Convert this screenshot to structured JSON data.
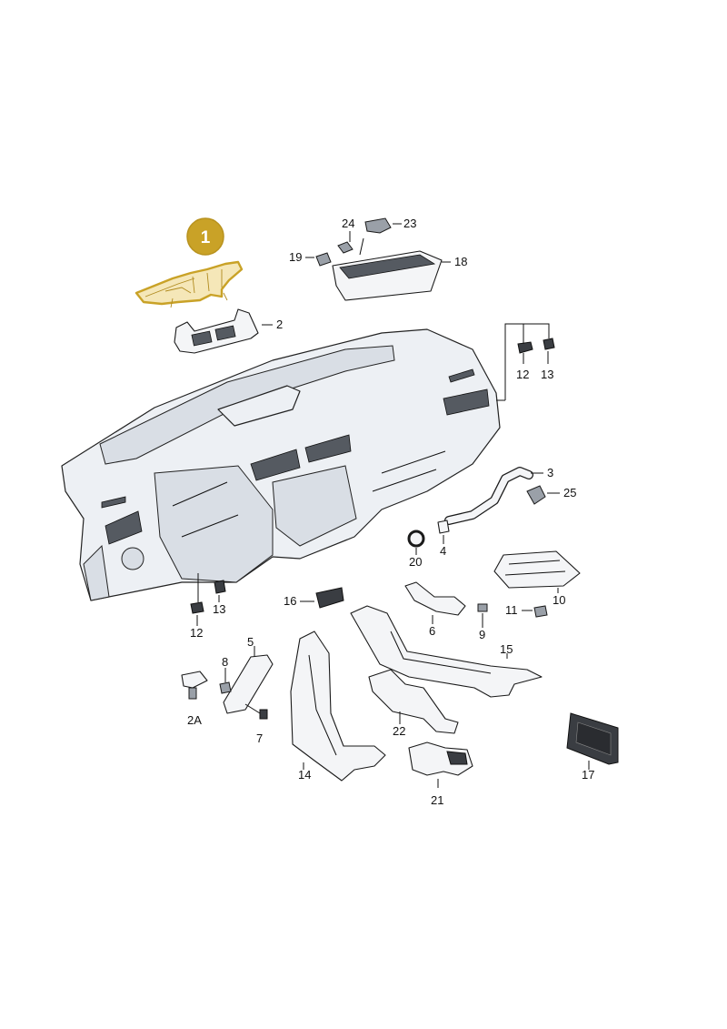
{
  "diagram": {
    "highlight": {
      "number": "1",
      "badge_fill": "#c9a227",
      "outline_color": "#d4aa2f"
    },
    "labels": [
      "2",
      "3",
      "4",
      "5",
      "6",
      "7",
      "8",
      "9",
      "10",
      "11",
      "12",
      "13",
      "14",
      "15",
      "16",
      "17",
      "18",
      "19",
      "20",
      "21",
      "22",
      "23",
      "24",
      "25",
      "2A"
    ],
    "label_map": {
      "p2": "2",
      "p3": "3",
      "p4": "4",
      "p5": "5",
      "p6": "6",
      "p7": "7",
      "p8": "8",
      "p9": "9",
      "p10": "10",
      "p11": "11",
      "p12a": "12",
      "p13a": "13",
      "p12b": "12",
      "p13b": "13",
      "p14": "14",
      "p15": "15",
      "p16": "16",
      "p17": "17",
      "p18": "18",
      "p19": "19",
      "p20": "20",
      "p21": "21",
      "p22": "22",
      "p23": "23",
      "p24": "24",
      "p25": "25",
      "p2a": "2A"
    }
  }
}
